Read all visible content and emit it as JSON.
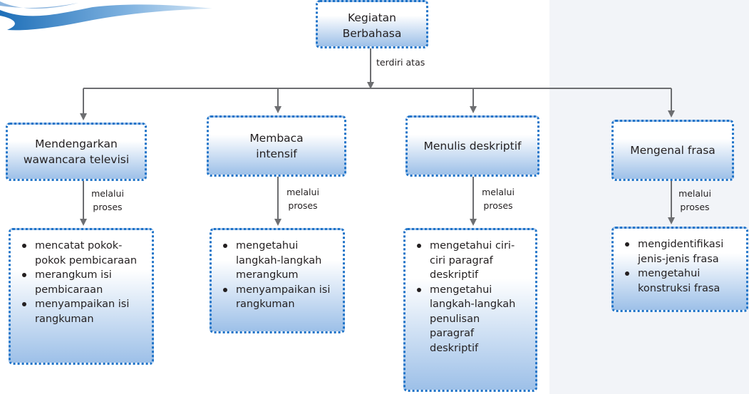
{
  "root": {
    "label": "Kegiatan Berbahasa"
  },
  "root_connector_label": "terdiri atas",
  "branches": [
    {
      "title": "Mendengarkan wawancara televisi",
      "connector_label": "melalui proses",
      "items": [
        "mencatat pokok-pokok pembicaraan",
        "merangkum isi pembicaraan",
        "menyampaikan isi rangkuman"
      ]
    },
    {
      "title": "Membaca intensif",
      "connector_label": "melalui proses",
      "items": [
        "mengetahui langkah-langkah merangkum",
        "menyampaikan isi rangkuman"
      ]
    },
    {
      "title": "Menulis deskriptif",
      "connector_label": "melalui proses",
      "items": [
        "mengetahui ciri-ciri paragraf deskriptif",
        "mengetahui langkah-langkah penulisan paragraf deskriptif"
      ]
    },
    {
      "title": "Mengenal frasa",
      "connector_label": "melalui proses",
      "items": [
        "mengidentifikasi jenis-jenis frasa",
        "mengetahui konstruksi frasa"
      ]
    }
  ],
  "colors": {
    "border": "#1e73c8",
    "gradient_end": "#9dc0e8",
    "arrow": "#6d6e71",
    "panel": "#f2f4f8"
  }
}
